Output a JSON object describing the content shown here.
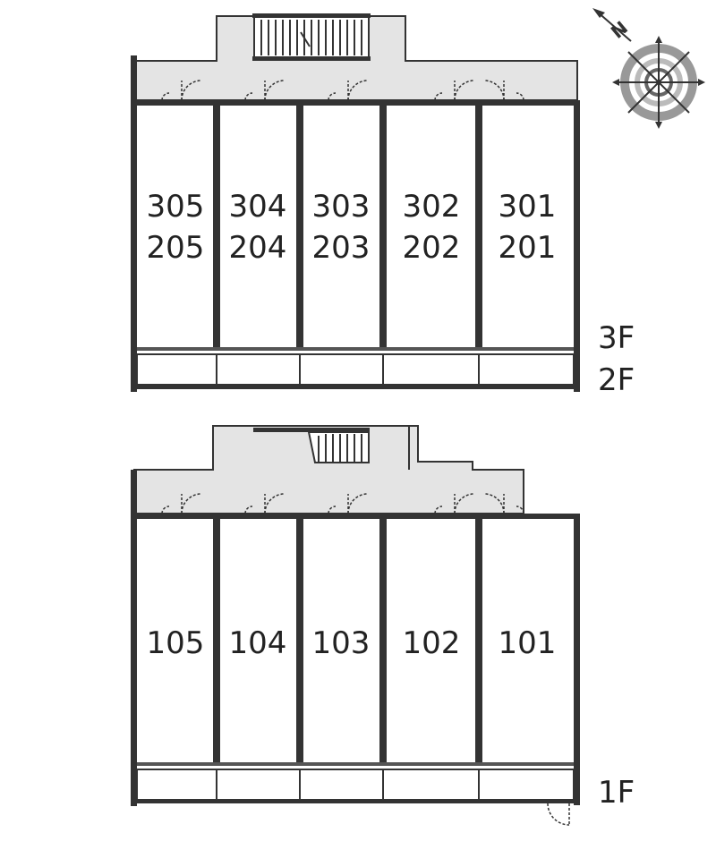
{
  "upper_block": {
    "units_top_row": [
      "305",
      "304",
      "303",
      "302",
      "301"
    ],
    "units_bottom_row": [
      "205",
      "204",
      "203",
      "202",
      "201"
    ],
    "floor_labels": [
      "3F",
      "2F"
    ]
  },
  "lower_block": {
    "units": [
      "105",
      "104",
      "103",
      "102",
      "101"
    ],
    "floor_labels": [
      "1F"
    ]
  },
  "compass": {
    "north_letter": "N",
    "icon": "compass-rose-icon"
  },
  "colors": {
    "wall": "#333333",
    "corridor": "#e4e4e4",
    "room": "#ffffff"
  }
}
